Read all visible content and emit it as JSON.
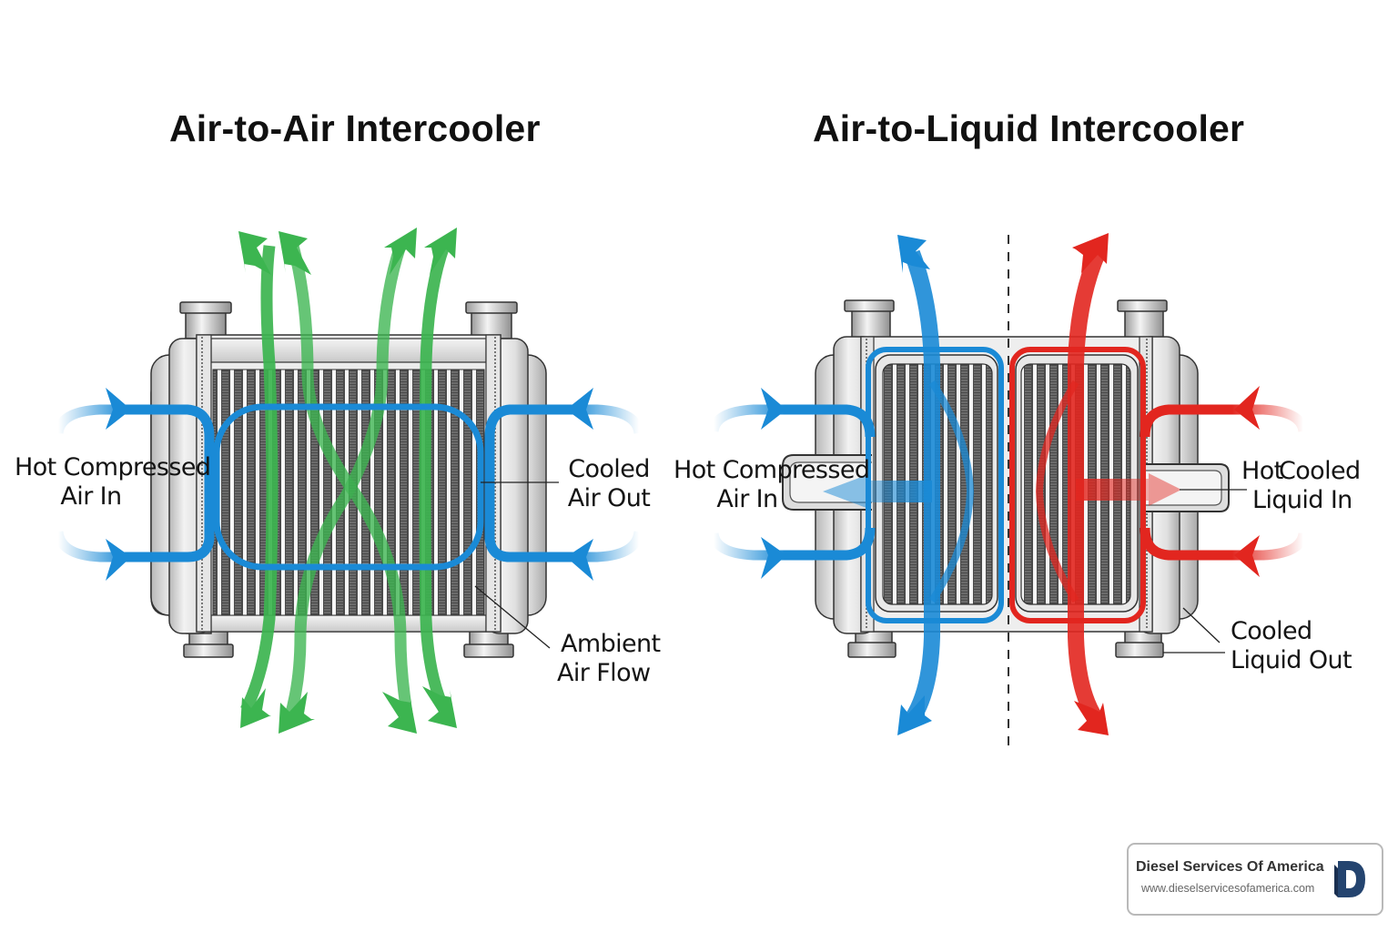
{
  "diagram": {
    "left_panel": {
      "title": "Air-to-Air Intercooler",
      "labels": {
        "inlet": [
          "Hot Compressed",
          "Air In"
        ],
        "outlet": [
          "Cooled",
          "Air Out"
        ],
        "ambient": [
          "Ambient",
          "Air Flow"
        ]
      },
      "flows": [
        {
          "name": "hot-compressed-air-in",
          "color": "#1a8ad6",
          "direction": "right"
        },
        {
          "name": "cooled-air-out",
          "color": "#1a8ad6",
          "direction": "left"
        },
        {
          "name": "ambient-air-flow",
          "color": "#3cb550",
          "direction": "up-and-down"
        }
      ]
    },
    "right_panel": {
      "title": "Air-to-Liquid Intercooler",
      "labels": {
        "inlet": [
          "Hot Compressed",
          "Air In"
        ],
        "liquid_in_overlap": [
          "Hot",
          "Cooled"
        ],
        "liquid_in": "Liquid In",
        "liquid_out": [
          "Cooled",
          "Liquid Out"
        ]
      },
      "flows": [
        {
          "name": "cold-side-flow",
          "color": "#1a8ad6",
          "direction": "up-and-down"
        },
        {
          "name": "hot-side-flow",
          "color": "#e2261f",
          "direction": "up-and-down"
        }
      ],
      "divider": "dashed-center-line"
    },
    "colors": {
      "blue": "#1a8ad6",
      "green": "#3cb550",
      "red": "#e2261f",
      "metal": "#d9d9d9",
      "core": "#555555"
    }
  },
  "branding": {
    "company": "Diesel Services Of America",
    "url": "www.dieselservicesofamerica.com",
    "logo_letter": "D",
    "logo_color": "#24446f"
  }
}
